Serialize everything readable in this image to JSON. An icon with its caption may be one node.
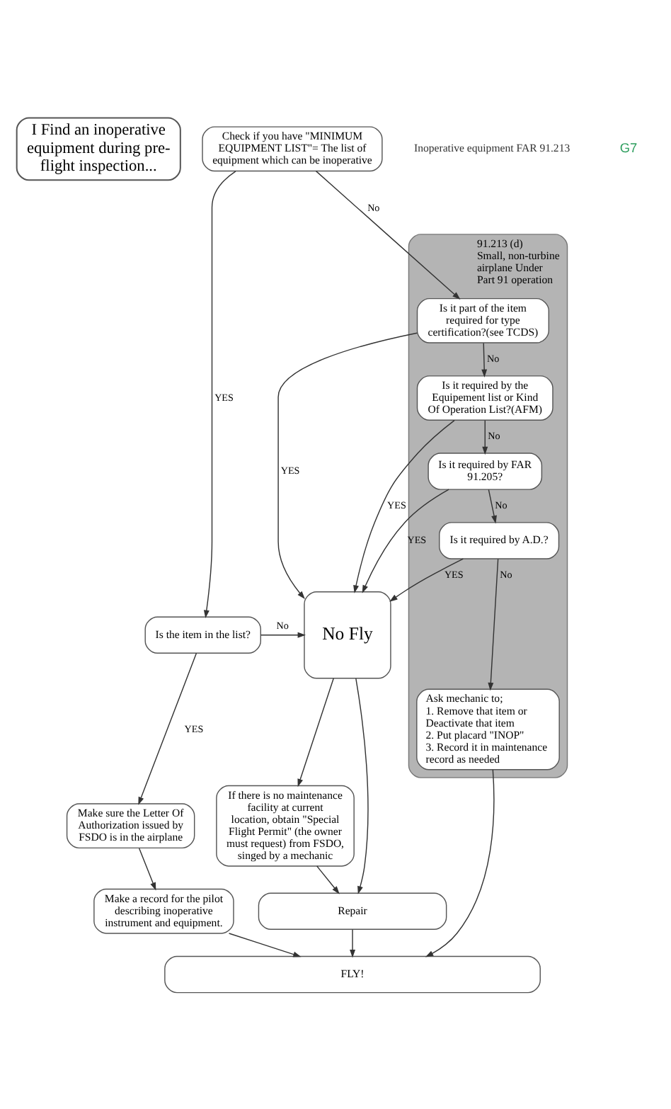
{
  "diagram": {
    "nodes": [
      {
        "text": [
          "I Find an inoperative equipment during pre-flight inspection..."
        ]
      },
      {
        "text": [
          "91.213 (d)",
          "Small, non-turbine airplane Under Part 91 operation"
        ]
      },
      {
        "text": [
          "Check if you have \"MINIMUM EQUIPMENT LIST\"= The list of equipment which can be inoperative"
        ]
      },
      {
        "text": [
          "Is the item in the list?"
        ]
      },
      {
        "text": [
          "No Fly"
        ]
      },
      {
        "text": [
          "Is it part of the item required for type certification?(see TCDS)"
        ],
        "in": 1
      },
      {
        "text": [
          "Make sure the Letter Of Authorization issued by FSDO is in the airplane"
        ]
      },
      {
        "text": [
          "Is it required by the Equipement list or Kind Of Operation List?(AFM)"
        ],
        "in": 1
      },
      {
        "text": [
          "Make a record for the pilot describing inoperative instrument and equipment."
        ]
      },
      {
        "text": [
          "Is it required by FAR 91.205?"
        ],
        "in": 1
      },
      {
        "text": [
          "Is it required by A.D.?"
        ],
        "in": 1
      },
      {
        "text": [
          "If there is no maintenance facility at current location, obtain \"Special Flight Permit\" (the owner must request) from FSDO, singed by a mechanic"
        ]
      },
      {
        "text": [
          "Ask mechanic to;",
          "1. Remove that item or Deactivate that item",
          "2. Put placard \"INOP\"",
          "3. Record it in maintenance record as needed"
        ],
        "in": 1
      },
      {
        "text": [
          "Repair"
        ]
      },
      {
        "text": [
          "FLY!"
        ]
      }
    ],
    "edges": [
      {
        "from": 2,
        "to": 3,
        "arrow": "to",
        "label": "YES"
      },
      {
        "from": 2,
        "to": 5,
        "arrow": "to",
        "label": "No"
      },
      {
        "from": 3,
        "to": 4,
        "arrow": "to",
        "label": "No"
      },
      {
        "from": 3,
        "to": 6,
        "arrow": "to",
        "label": "YES"
      },
      {
        "from": 6,
        "to": 8,
        "arrow": "to"
      },
      {
        "from": 5,
        "to": 4,
        "arrow": "to",
        "label": "YES"
      },
      {
        "from": 5,
        "to": 7,
        "arrow": "to",
        "label": "No"
      },
      {
        "from": 7,
        "to": 4,
        "arrow": "to",
        "label": "YES"
      },
      {
        "from": 7,
        "to": 9,
        "arrow": "to",
        "label": "No"
      },
      {
        "from": 9,
        "to": 4,
        "arrow": "to",
        "label": "YES"
      },
      {
        "from": 9,
        "to": 10,
        "arrow": "to",
        "label": "No"
      },
      {
        "from": 10,
        "to": 4,
        "arrow": "to",
        "label": "YES"
      },
      {
        "from": 10,
        "to": 12,
        "arrow": "to",
        "label": "No"
      },
      {
        "from": 4,
        "to": 11,
        "arrow": "to"
      },
      {
        "from": 11,
        "to": 13,
        "arrow": "to"
      },
      {
        "from": 4,
        "to": 13,
        "arrow": "to"
      },
      {
        "from": 8,
        "to": 14,
        "arrow": "to"
      },
      {
        "from": 13,
        "to": 14,
        "arrow": "to"
      },
      {
        "from": 12,
        "to": 14,
        "arrow": "to"
      }
    ],
    "labels": [
      "Inoperative equipment FAR 91.213",
      "G7"
    ]
  }
}
